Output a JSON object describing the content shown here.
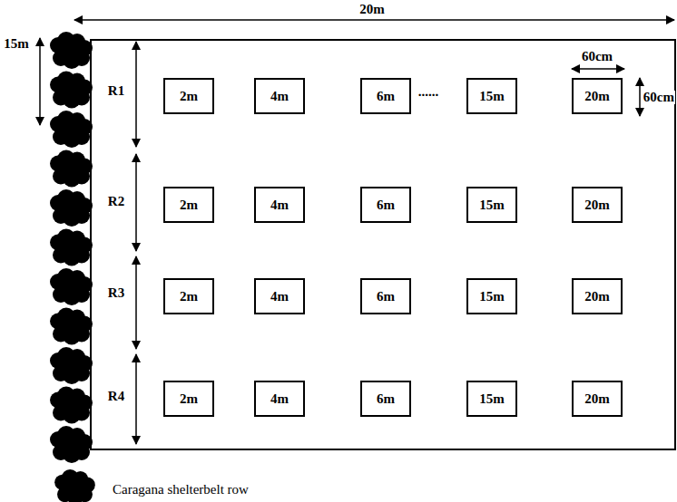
{
  "diagram": {
    "nodes": [
      {
        "text": [
          "2m"
        ]
      },
      {
        "text": [
          "4m"
        ]
      },
      {
        "text": [
          "6m"
        ]
      },
      {
        "text": [
          "15m"
        ]
      },
      {
        "text": [
          "20m"
        ]
      },
      {
        "text": [
          "2m"
        ]
      },
      {
        "text": [
          "4m"
        ]
      },
      {
        "text": [
          "6m"
        ]
      },
      {
        "text": [
          "15m"
        ]
      },
      {
        "text": [
          "20m"
        ]
      },
      {
        "text": [
          "2m"
        ]
      },
      {
        "text": [
          "4m"
        ]
      },
      {
        "text": [
          "6m"
        ]
      },
      {
        "text": [
          "15m"
        ]
      },
      {
        "text": [
          "20m"
        ]
      },
      {
        "text": [
          "2m"
        ]
      },
      {
        "text": [
          "4m"
        ]
      },
      {
        "text": [
          "6m"
        ]
      },
      {
        "text": [
          "15m"
        ]
      },
      {
        "text": [
          "20m"
        ]
      }
    ],
    "labels": [
      "20m",
      "15m",
      "R1",
      "60cm",
      "60cm",
      "......",
      "R2",
      "R3",
      "R4"
    ],
    "legend": [
      {
        "text": "Caragana shelterbelt row"
      }
    ]
  }
}
